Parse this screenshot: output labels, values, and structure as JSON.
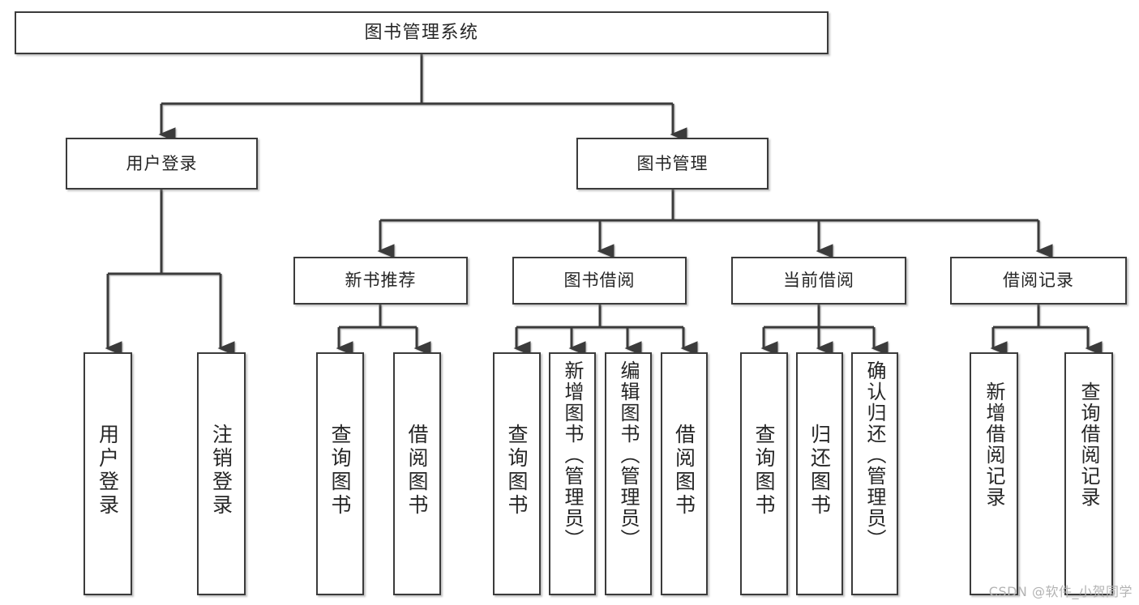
{
  "diagram": {
    "title": "图书管理系统",
    "type": "tree-hierarchy",
    "background_color": "#ffffff",
    "border_color": "#3b3b3b",
    "text_color": "#262626",
    "edge_color": "#3b3b3b"
  },
  "watermark": {
    "text": "CSDN @软件_小贺同学",
    "color": "#b3b3b3"
  },
  "nodes": {
    "root": {
      "label": "图书管理系统"
    },
    "level1": [
      {
        "label": "用户登录"
      },
      {
        "label": "图书管理"
      }
    ],
    "level2": [
      {
        "label": "新书推荐"
      },
      {
        "label": "图书借阅"
      },
      {
        "label": "当前借阅"
      },
      {
        "label": "借阅记录"
      }
    ],
    "leaves": {
      "user_login": [
        {
          "label": "用户登录"
        },
        {
          "label": "注销登录"
        }
      ],
      "new_book_recommend": [
        {
          "label": "查询图书"
        },
        {
          "label": "借阅图书"
        }
      ],
      "book_borrow": [
        {
          "label": "查询图书"
        },
        {
          "label": "新增图书（管理员）"
        },
        {
          "label": "编辑图书（管理员）"
        },
        {
          "label": "借阅图书"
        }
      ],
      "current_borrow": [
        {
          "label": "查询图书"
        },
        {
          "label": "归还图书"
        },
        {
          "label": "确认归还（管理员）"
        }
      ],
      "borrow_record": [
        {
          "label": "新增借阅记录"
        },
        {
          "label": "查询借阅记录"
        }
      ]
    }
  }
}
